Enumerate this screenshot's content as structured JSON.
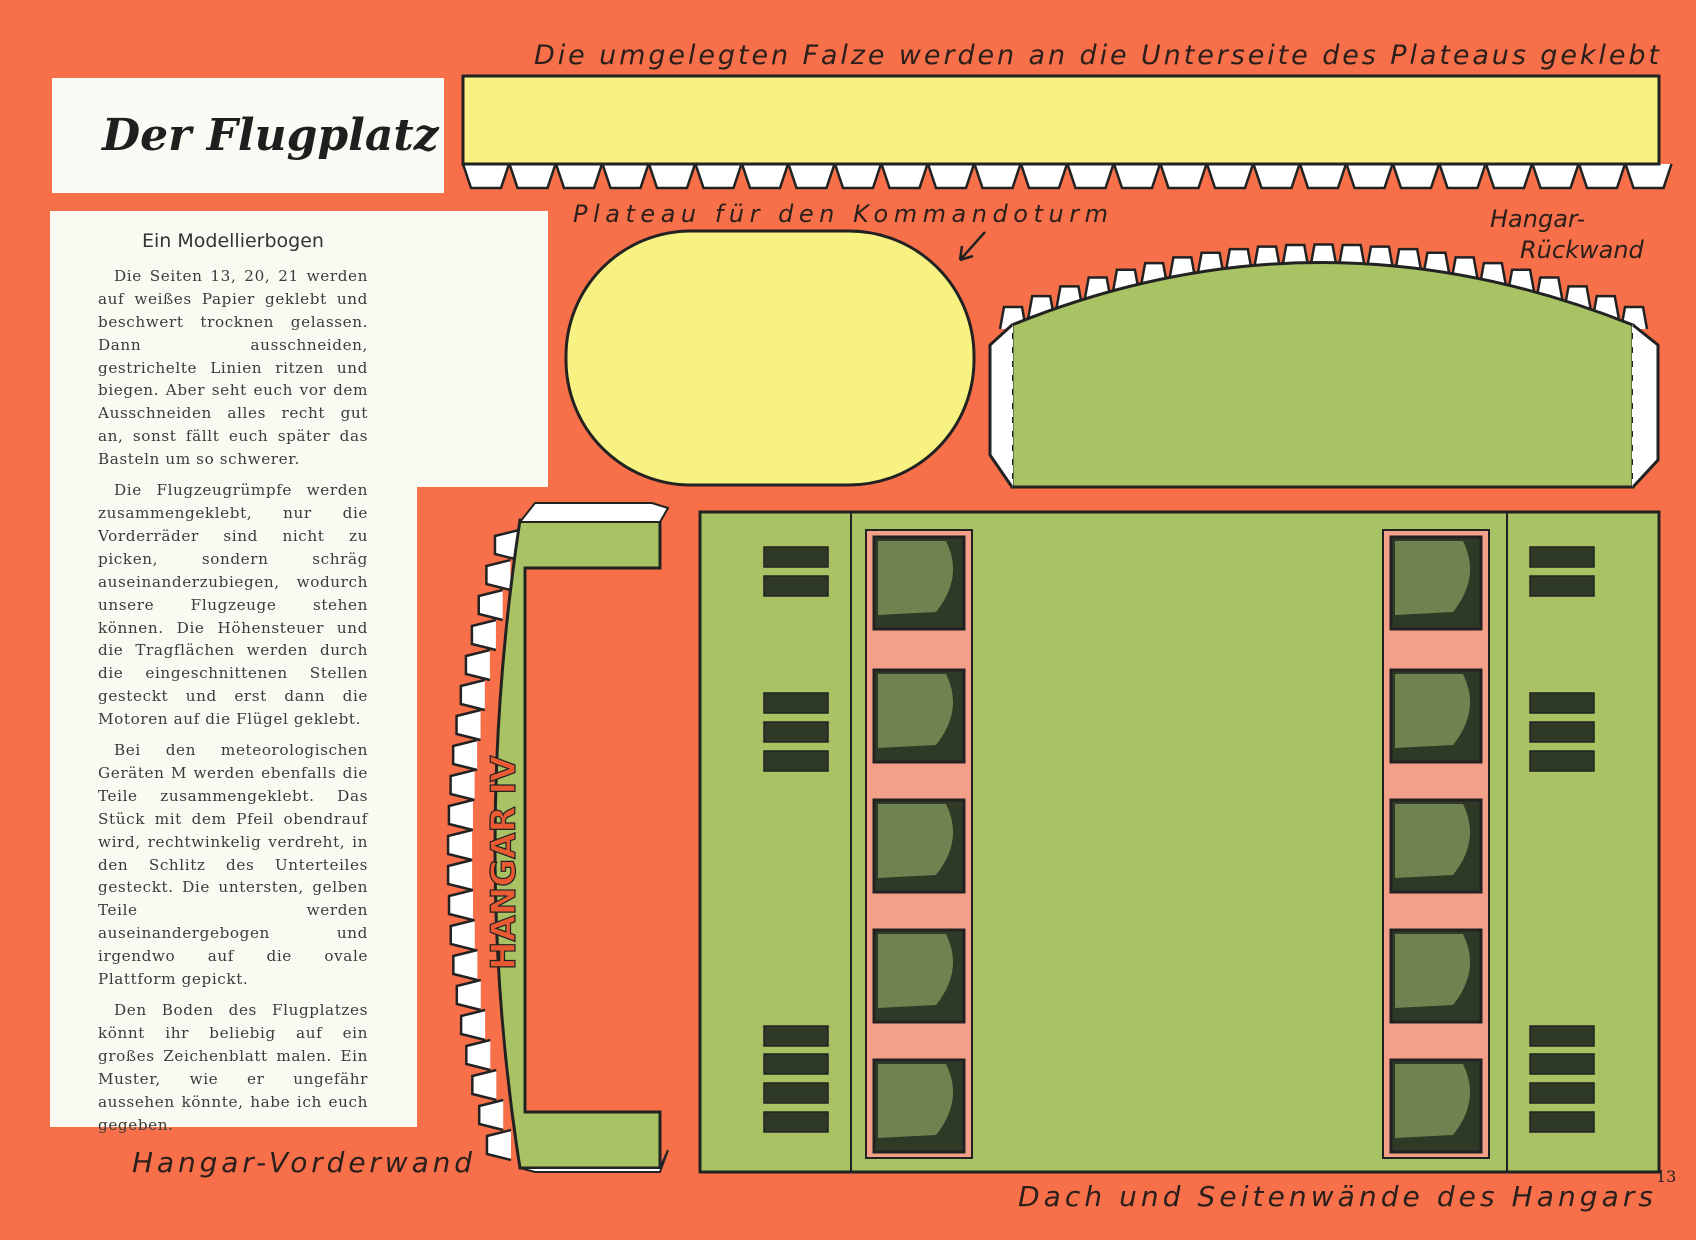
{
  "title": "Der Flugplatz",
  "sidebar": {
    "heading": "Ein Modellierbogen",
    "paragraphs": [
      "Die Seiten 13, 20, 21 werden auf weißes Papier geklebt und beschwert trocknen gelassen. Dann ausschneiden, gestrichelte Linien ritzen und biegen. Aber seht euch vor dem Ausschneiden alles recht gut an, sonst fällt euch später das Basteln um so schwerer.",
      "Die Flugzeugrümpfe werden zusammengeklebt, nur die Vorderräder sind nicht zu picken, sondern schräg auseinanderzubiegen, wodurch unsere Flugzeuge stehen können. Die Höhensteuer und die Tragflächen werden durch die eingeschnittenen Stellen gesteckt und erst dann die Motoren auf die Flügel geklebt.",
      "Bei den meteorologischen Geräten M werden ebenfalls die Teile zusammengeklebt. Das Stück mit dem Pfeil obendrauf wird, rechtwinkelig verdreht, in den Schlitz des Unterteiles gesteckt. Die untersten, gelben Teile werden auseinandergebogen und irgendwo auf die ovale Plattform gepickt.",
      "Den Boden des Flugplatzes könnt ihr beliebig auf ein großes Zeichenblatt malen. Ein Muster, wie er ungefähr aussehen könnte, habe ich euch gegeben."
    ]
  },
  "labels": {
    "strip": "Die umgelegten Falze werden an die Unterseite des Plateaus geklebt",
    "plateau": "Plateau für den Kommandoturm",
    "back_wall_1": "Hangar-",
    "back_wall_2": "Rückwand",
    "front_wall": "Hangar-Vorderwand",
    "hangar_name": "HANGAR IV",
    "roof": "Dach und Seitenwände des Hangars"
  },
  "page_number": "13",
  "colors": {
    "background": "#f7704a",
    "yellow": "#f8f282",
    "green": "#a9c364",
    "pink": "#f3a088",
    "dark_green": "#3d4a30"
  }
}
